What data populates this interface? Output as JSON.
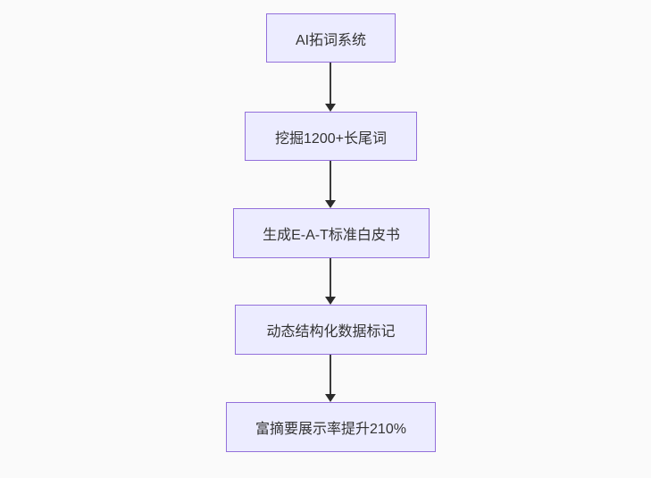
{
  "diagram": {
    "type": "flowchart",
    "direction": "top-down",
    "colors": {
      "background": "#FAFAFA",
      "node_fill": "#ECECFF",
      "node_border": "#9370DB",
      "node_text": "#333333",
      "edge_stroke": "#333333"
    },
    "nodes": [
      {
        "id": "n1",
        "label": "AI拓词系统"
      },
      {
        "id": "n2",
        "label": "挖掘1200+长尾词"
      },
      {
        "id": "n3",
        "label": "生成E-A-T标准白皮书"
      },
      {
        "id": "n4",
        "label": "动态结构化数据标记"
      },
      {
        "id": "n5",
        "label": "富摘要展示率提升210%"
      }
    ],
    "edges": [
      {
        "from": "n1",
        "to": "n2",
        "arrow": "down"
      },
      {
        "from": "n2",
        "to": "n3",
        "arrow": "down"
      },
      {
        "from": "n3",
        "to": "n4",
        "arrow": "down"
      },
      {
        "from": "n4",
        "to": "n5",
        "arrow": "down"
      }
    ]
  }
}
